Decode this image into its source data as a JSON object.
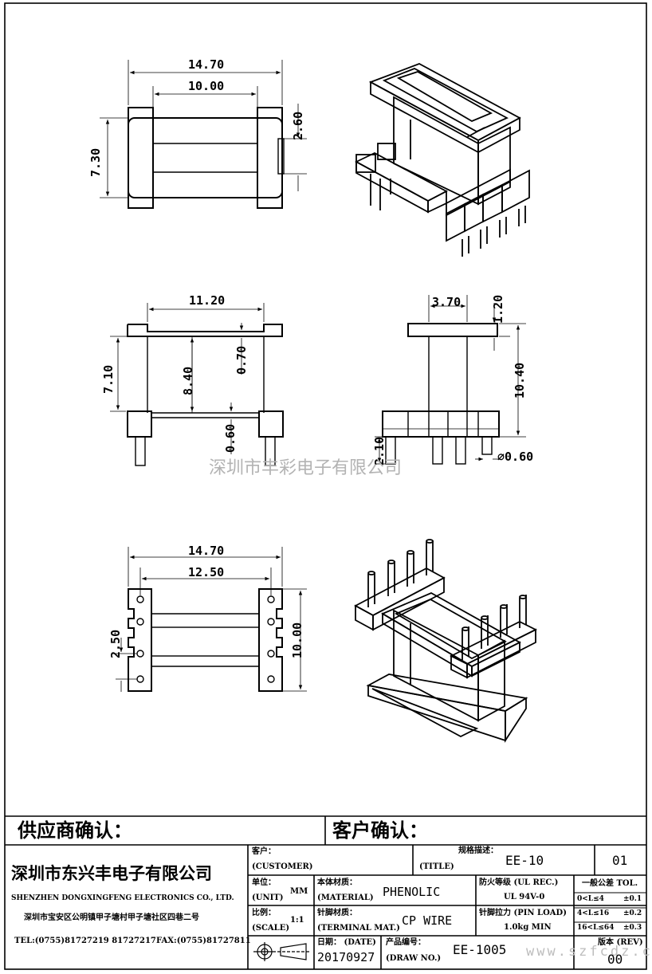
{
  "dimensions": {
    "top_view": {
      "overall_width": "14.70",
      "inner_width": "10.00",
      "height": "7.30",
      "slot": "2.60"
    },
    "front_view": {
      "width": "11.20",
      "height": "7.10",
      "center_height": "8.40",
      "flange": "0.70",
      "base": "0.60"
    },
    "side_view": {
      "core": "3.70",
      "flange": "1.20",
      "height": "10.40",
      "pin_length": "2.10",
      "pin_diameter": "⌀0.60"
    },
    "bottom_view": {
      "overall_width": "14.70",
      "inner_width": "12.50",
      "pin_pitch": "2.50",
      "height": "10.00"
    }
  },
  "watermarks": {
    "company": "深圳市丰彩电子有限公司",
    "url": "www.szfcdz.com"
  },
  "signoff": {
    "supplier": "供应商确认：",
    "customer": "客户确认："
  },
  "title_block": {
    "company_cn": "深圳市东兴丰电子有限公司",
    "company_en": "SHENZHEN DONGXINGFENG ELECTRONICS CO., LTD.",
    "address": "深圳市宝安区公明镇甲子塘村甲子塘社区四巷二号",
    "tel": "TEL:(0755)81727219  81727217",
    "fax": "FAX:(0755)81727811",
    "customer_label_cn": "客户：",
    "customer_label_en": "(CUSTOMER)",
    "title_label_cn": "规格描述：",
    "title_label_en": "(TITLE)",
    "title_value": "EE-10",
    "sheet": "01",
    "unit_label_cn": "单位：",
    "unit_label_en": "(UNIT)",
    "unit_value": "MM",
    "material_label_cn": "本体材质：",
    "material_label_en": "(MATERIAL)",
    "material_value": "PHENOLIC",
    "flame_label": "防火等级 (UL REC.)",
    "flame_value": "UL 94V-0",
    "tol_label": "一般公差 TOL.",
    "tol_rows": [
      {
        "range": "0<L≤4",
        "value": "±0.1"
      },
      {
        "range": "4<L≤16",
        "value": "±0.2"
      },
      {
        "range": "16<L≤64",
        "value": "±0.3"
      }
    ],
    "scale_label_cn": "比例：",
    "scale_label_en": "(SCALE)",
    "scale_value": "1:1",
    "terminal_label_cn": "针脚材质：",
    "terminal_label_en": "(TERMINAL MAT.)",
    "terminal_value": "CP WIRE",
    "pull_label": "针脚拉力 (PIN LOAD)",
    "pull_value": "1.0kg MIN",
    "date_label": "日期：  (DATE)",
    "date_value": "20170927",
    "drawno_label_cn": "产品编号：",
    "drawno_label_en": "(DRAW NO.)",
    "drawno_value": "EE-1005",
    "rev_label": "版本 (REV)",
    "rev_value": "00"
  }
}
